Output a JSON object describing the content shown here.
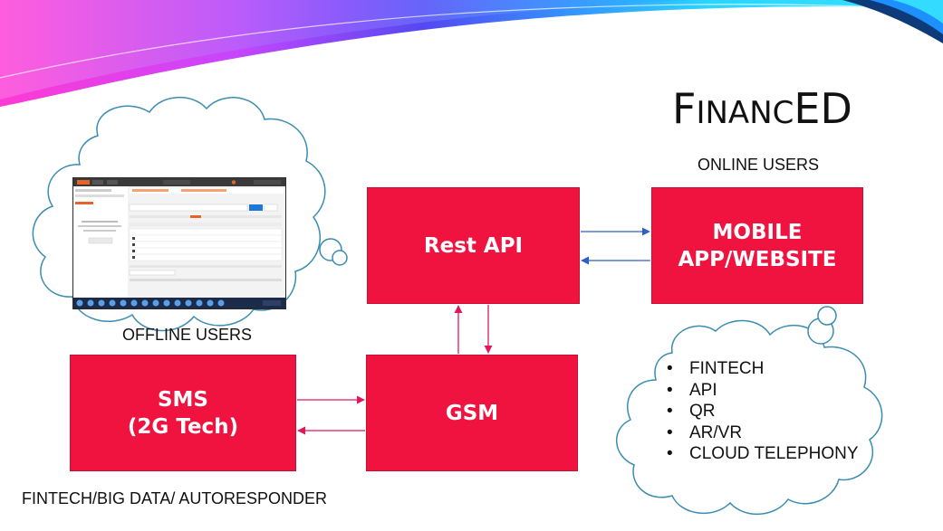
{
  "title": {
    "first": "F",
    "rest": "INANC",
    "suffix": "ED"
  },
  "labels": {
    "online_users": "ONLINE USERS",
    "offline_users": "OFFLINE USERS",
    "footer": "FINTECH/BIG DATA/ AUTORESPONDER"
  },
  "boxes": {
    "rest_api": "Rest API",
    "mobile_line1": "MOBILE",
    "mobile_line2": "APP/WEBSITE",
    "sms_line1": "SMS",
    "sms_line2": "(2G Tech)",
    "gsm": "GSM"
  },
  "cloud_list": [
    "FINTECH",
    "API",
    "QR",
    "AR/VR",
    "CLOUD TELEPHONY"
  ],
  "colors": {
    "box_fill": "#f0133f",
    "arrow_blue": "#2e5fc9",
    "arrow_pink": "#e0185a",
    "cloud_stroke": "#3a8db0"
  },
  "icons": {
    "screenshot": "postman-api-client-screenshot",
    "decoration": "rainbow-ribbon-banner"
  }
}
